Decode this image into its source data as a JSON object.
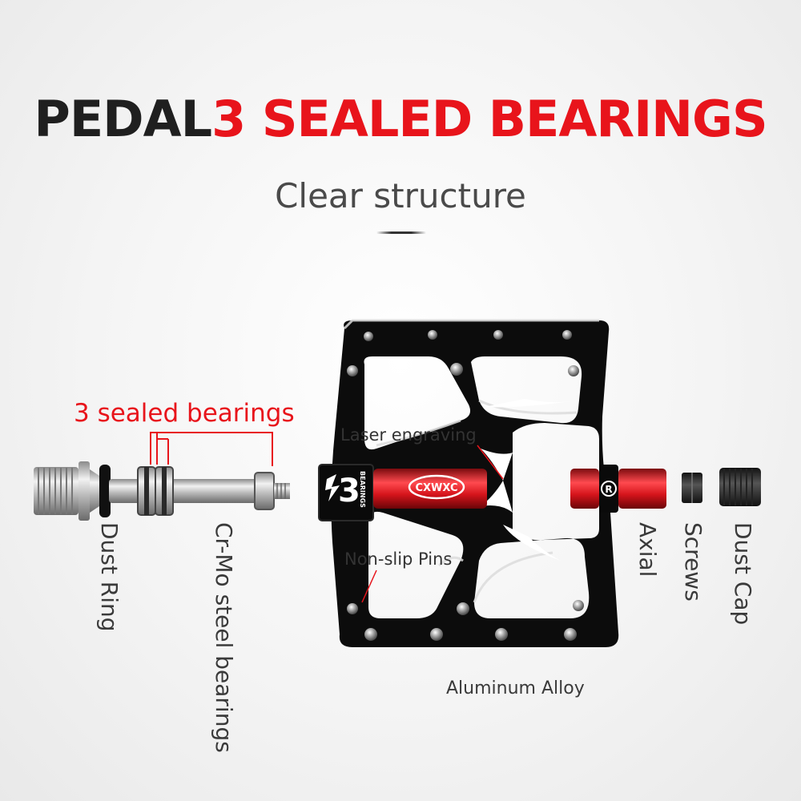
{
  "header": {
    "title_black": "PEDAL",
    "title_red": "3 SEALED BEARINGS",
    "subtitle": "Clear structure"
  },
  "labels": {
    "sealed_bearings": "3 sealed bearings",
    "laser_engraving": "Laser engraving",
    "non_slip_pins": "Non-slip Pins",
    "aluminum_alloy": "Aluminum Alloy",
    "dust_ring": "Dust Ring",
    "crmo": "Cr-Mo steel bearings",
    "axial": "Axial",
    "screws": "Screws",
    "dust_cap": "Dust Cap"
  },
  "pedal_logo": {
    "number": "3",
    "caption": "BEARINGS",
    "brand": "CXWXC",
    "mark": "R"
  },
  "colors": {
    "accent_red": "#e8141b",
    "text_dark": "#1f1f1f",
    "pedal_black": "#0d0d0d"
  }
}
